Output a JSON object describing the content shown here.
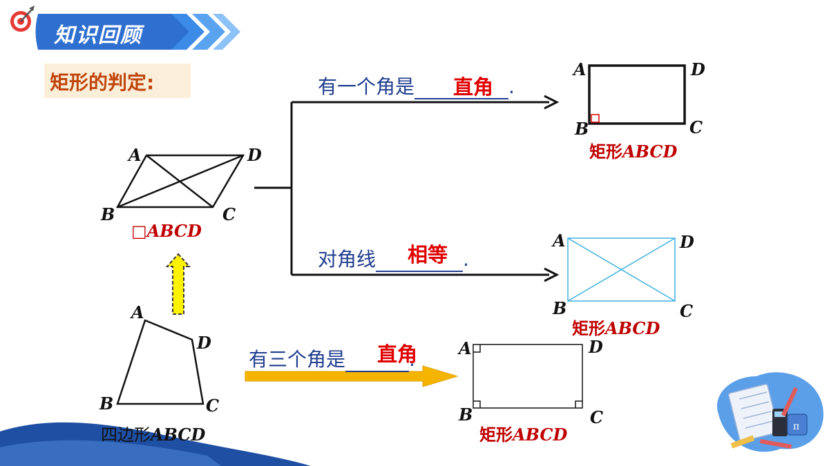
{
  "header": {
    "title": "知识回顾"
  },
  "section": {
    "label": "矩形的判定:"
  },
  "conditions": [
    {
      "text": "有一个角是",
      "answer": "直角",
      "end": "."
    },
    {
      "text": "对角线",
      "answer": "相等",
      "end": "."
    },
    {
      "text": "有三个角是",
      "answer": "直角",
      "end": "."
    }
  ],
  "points": {
    "A": "A",
    "B": "B",
    "C": "C",
    "D": "D"
  },
  "captions": {
    "parallelogram_symbol": "□",
    "parallelogram_name": "ABCD",
    "rect_prefix": "矩形",
    "rect_name": "ABCD",
    "quad_prefix": "四边形",
    "quad_name": "ABCD"
  },
  "colors": {
    "banner": "#2f6fd0",
    "accent_red": "#e00000",
    "text_blue": "#1f3d8f",
    "diagonal_blue": "#3fb0e0",
    "arrow_orange": "#f5b400",
    "arrow_yellow": "#fff200"
  }
}
